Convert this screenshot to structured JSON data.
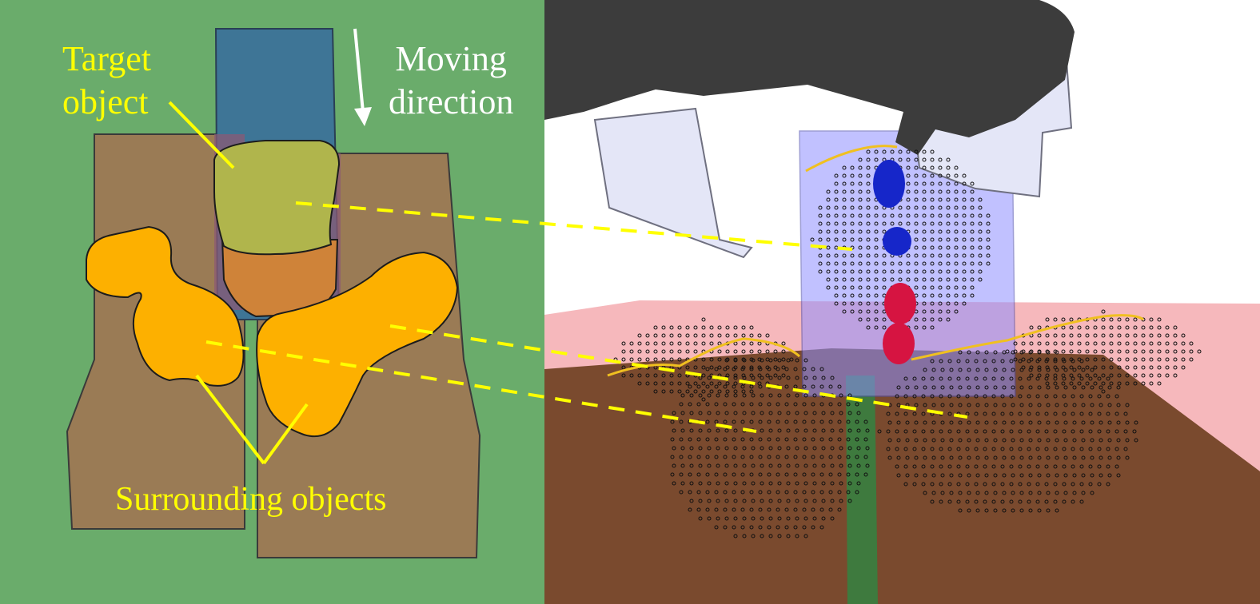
{
  "labels": {
    "target_line1": "Target",
    "target_line2": "object",
    "moving_line1": "Moving",
    "moving_line2": "direction",
    "surrounding": "Surrounding objects"
  },
  "colors": {
    "left_background": "#6aac6b",
    "brown_mat": "#9a7b55",
    "blue_block": "#3e7596",
    "target_object": "#b0b54c",
    "surrounding_objects": "#fdb000",
    "annotation": "#ffff00",
    "ground": "#7a4a2e",
    "pink_plane": "#f6b8bc",
    "robot_arm": "#3c3c3c",
    "finger": "#e4e6f7",
    "point_cloud": "#111111",
    "contact_blue": "#1626c9",
    "contact_red": "#d61441"
  }
}
